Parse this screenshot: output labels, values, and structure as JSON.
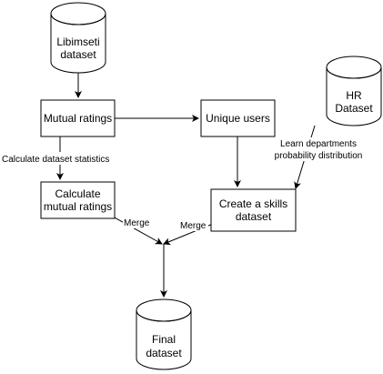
{
  "diagram": {
    "nodes": {
      "libimseti": {
        "lines": [
          "Libimseti",
          "dataset"
        ],
        "shape": "cylinder"
      },
      "mutual_ratings": {
        "lines": [
          "Mutual ratings"
        ],
        "shape": "rectangle"
      },
      "unique_users": {
        "lines": [
          "Unique users"
        ],
        "shape": "rectangle"
      },
      "hr_dataset": {
        "lines": [
          "HR",
          "Dataset"
        ],
        "shape": "cylinder"
      },
      "calc_mutual": {
        "lines": [
          "Calculate",
          "mutual ratings"
        ],
        "shape": "rectangle"
      },
      "skills": {
        "lines": [
          "Create a skills",
          "dataset"
        ],
        "shape": "rectangle"
      },
      "final": {
        "lines": [
          "Final",
          "dataset"
        ],
        "shape": "cylinder"
      }
    },
    "edge_labels": {
      "calc_stats": "Calculate dataset statistics",
      "learn_line1": "Learn departments",
      "learn_line2": "probability distribution",
      "merge_left": "Merge",
      "merge_right": "Merge"
    },
    "colors": {
      "stroke": "#000000",
      "fill": "#ffffff"
    }
  }
}
